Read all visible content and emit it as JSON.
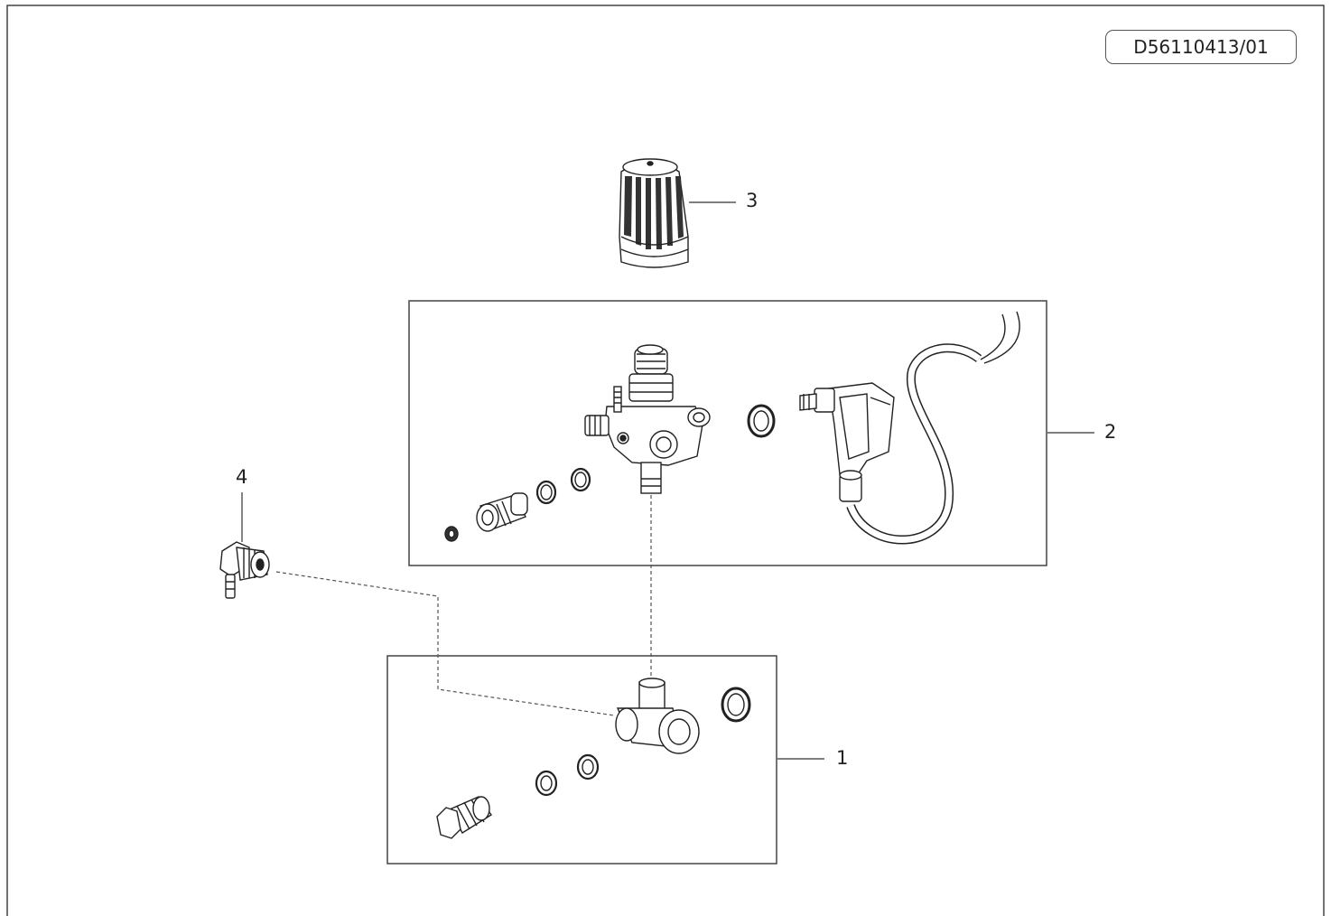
{
  "document": {
    "id": "D56110413/01"
  },
  "callouts": [
    {
      "id": "1",
      "label": "1"
    },
    {
      "id": "2",
      "label": "2"
    },
    {
      "id": "3",
      "label": "3"
    },
    {
      "id": "4",
      "label": "4"
    }
  ]
}
